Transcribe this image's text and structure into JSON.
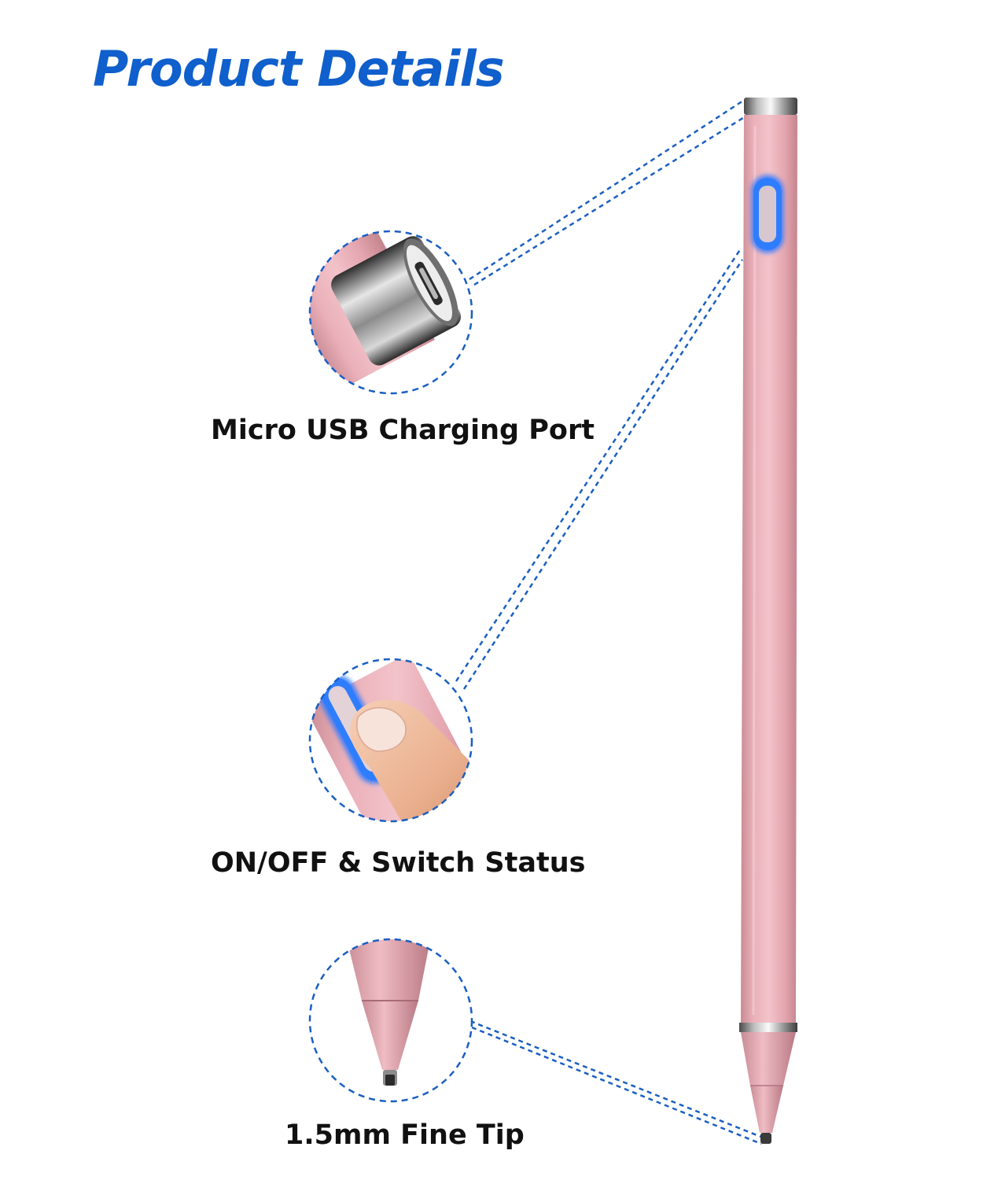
{
  "title": "Product Details",
  "features": [
    {
      "label": "Micro USB Charging Port",
      "icon": "usb-port-closeup"
    },
    {
      "label": "ON/OFF & Switch Status",
      "icon": "power-button-closeup"
    },
    {
      "label": "1.5mm Fine Tip",
      "icon": "pen-tip-closeup"
    }
  ],
  "colors": {
    "title": "#0f5fcc",
    "dashed_line": "#1b5fc2",
    "pen_body": "#e8a8b2",
    "led_glow": "#2a78ff"
  }
}
